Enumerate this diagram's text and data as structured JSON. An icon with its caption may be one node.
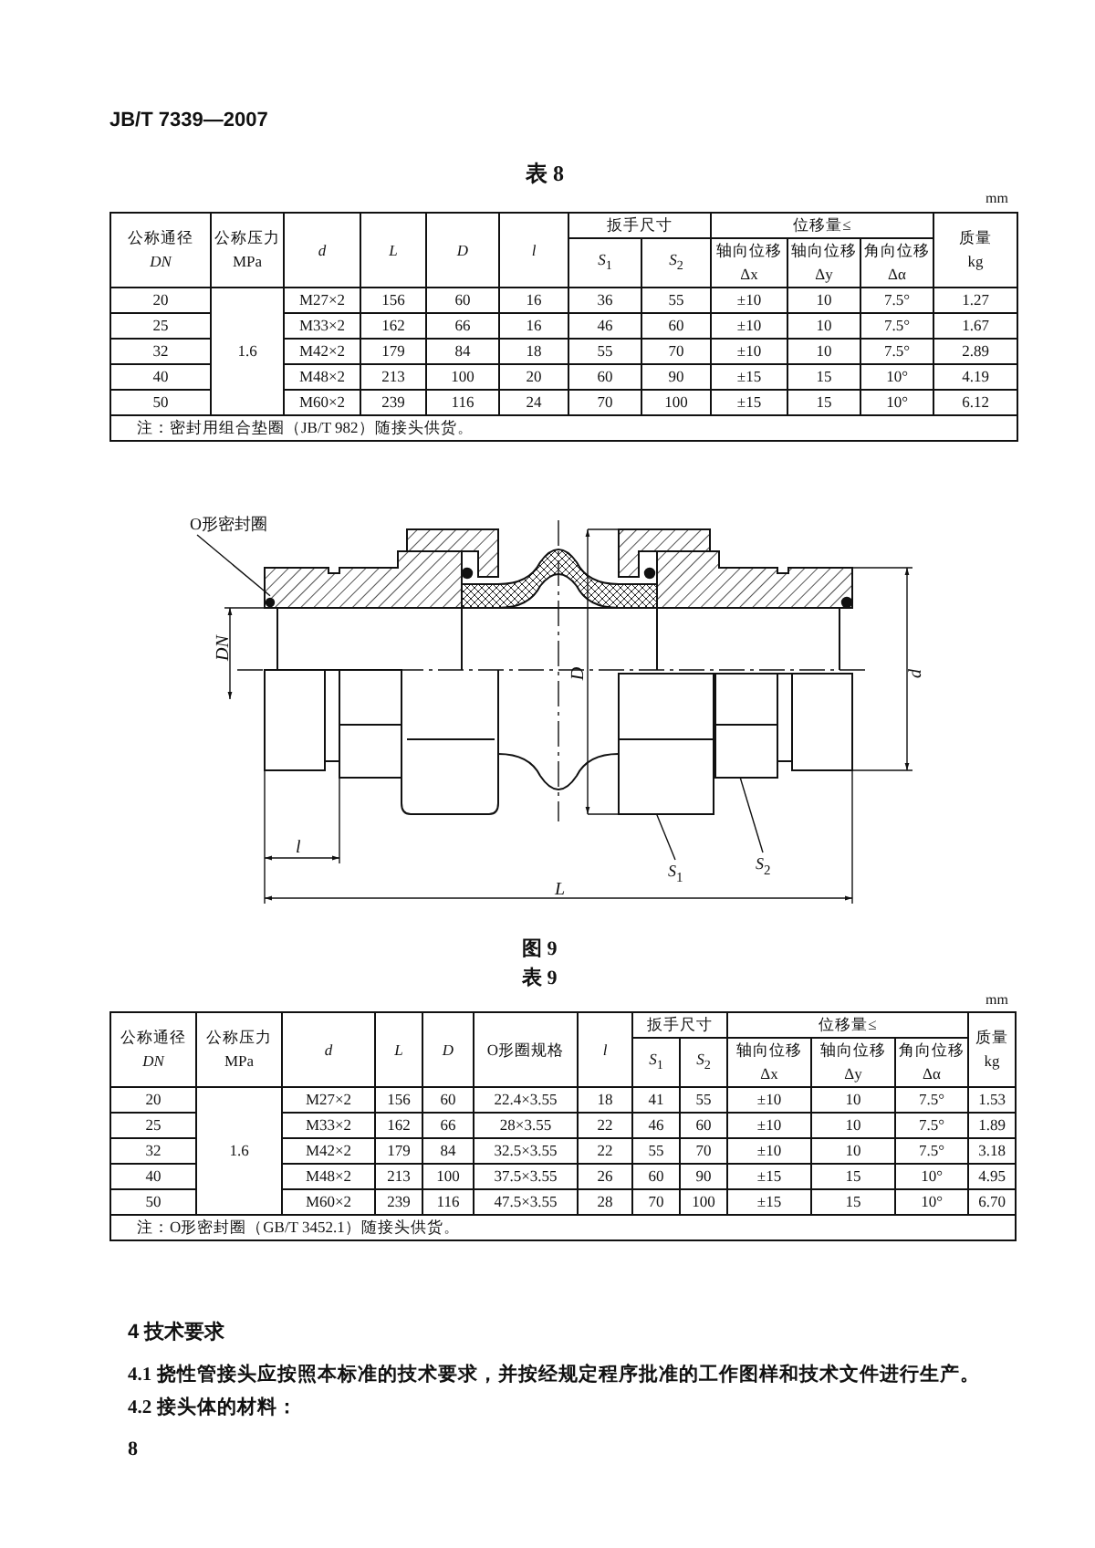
{
  "diagram": {
    "nodes": [
      {
        "text": [
          "O形密封圈"
        ]
      },
      {
        "text": [],
        "shape": "circle"
      },
      {
        "text": [
          "*S*$_{1}$"
        ]
      },
      {
        "text": [
          "*S*$_{2}$"
        ]
      },
      {
        "text": [],
        "shape": "box"
      },
      {
        "text": [],
        "shape": "box"
      }
    ],
    "edges": [
      {
        "from": 0,
        "to": 1,
        "arrow": "none"
      },
      {
        "from": 2,
        "to": 4,
        "arrow": "none"
      },
      {
        "from": 3,
        "to": 5,
        "arrow": "none"
      }
    ],
    "labels": [
      "JB/T 7339—2007",
      "表 8",
      "mm",
      "公称通径 *DN*",
      "公称压力 MPa",
      "d",
      "L",
      "D",
      "l",
      "扳手尺寸",
      "位移量≤",
      "质量 kg",
      "*S*$_{1}$",
      "*S*$_{2}$",
      "轴向位移 Δx",
      "轴向位移 Δy",
      "角向位移 Δα",
      "20",
      "1.6",
      "M27×2",
      "156",
      "60",
      "16",
      "36",
      "55",
      "±10",
      "10",
      "7.5°",
      "1.27",
      "25",
      "M33×2",
      "162",
      "66",
      "16",
      "46",
      "60",
      "±10",
      "10",
      "7.5°",
      "1.67",
      "32",
      "M42×2",
      "179",
      "84",
      "18",
      "55",
      "70",
      "±10",
      "10",
      "7.5°",
      "2.89",
      "40",
      "M48×2",
      "213",
      "100",
      "20",
      "60",
      "90",
      "±15",
      "15",
      "10°",
      "4.19",
      "50",
      "M60×2",
      "239",
      "116",
      "24",
      "70",
      "100",
      "±15",
      "15",
      "10°",
      "6.12",
      "注：密封用组合垫圈（JB/T 982）随接头供货。",
      "DN",
      "D",
      "d",
      "l",
      "L",
      "图 9",
      "表 9",
      "mm",
      "公称通径 *DN*",
      "公称压力 MPa",
      "d",
      "L",
      "D",
      "O形圈规格",
      "l",
      "扳手尺寸",
      "位移量≤",
      "质量 kg",
      "*S*$_{1}$",
      "*S*$_{2}$",
      "轴向位移 Δx",
      "轴向位移 Δy",
      "角向位移 Δα",
      "20",
      "1.6",
      "M27×2",
      "156",
      "60",
      "22.4×3.55",
      "18",
      "41",
      "55",
      "±10",
      "10",
      "7.5°",
      "1.53",
      "25",
      "M33×2",
      "162",
      "66",
      "28×3.55",
      "22",
      "46",
      "60",
      "±10",
      "10",
      "7.5°",
      "1.89",
      "32",
      "M42×2",
      "179",
      "84",
      "32.5×3.55",
      "22",
      "55",
      "70",
      "±10",
      "10",
      "7.5°",
      "3.18",
      "40",
      "M48×2",
      "213",
      "100",
      "37.5×3.55",
      "26",
      "60",
      "90",
      "±15",
      "15",
      "10°",
      "4.95",
      "50",
      "M60×2",
      "239",
      "116",
      "47.5×3.55",
      "28",
      "70",
      "100",
      "±15",
      "15",
      "10°",
      "6.70",
      "注：O形密封圈（GB/T 3452.1）随接头供货。",
      "4 技术要求",
      "4.1 挠性管接头应按照本标准的技术要求，并按经规定程序批准的工作图样和技术文件进行生产。",
      "4.2 接头体的材料：",
      "8"
    ]
  }
}
